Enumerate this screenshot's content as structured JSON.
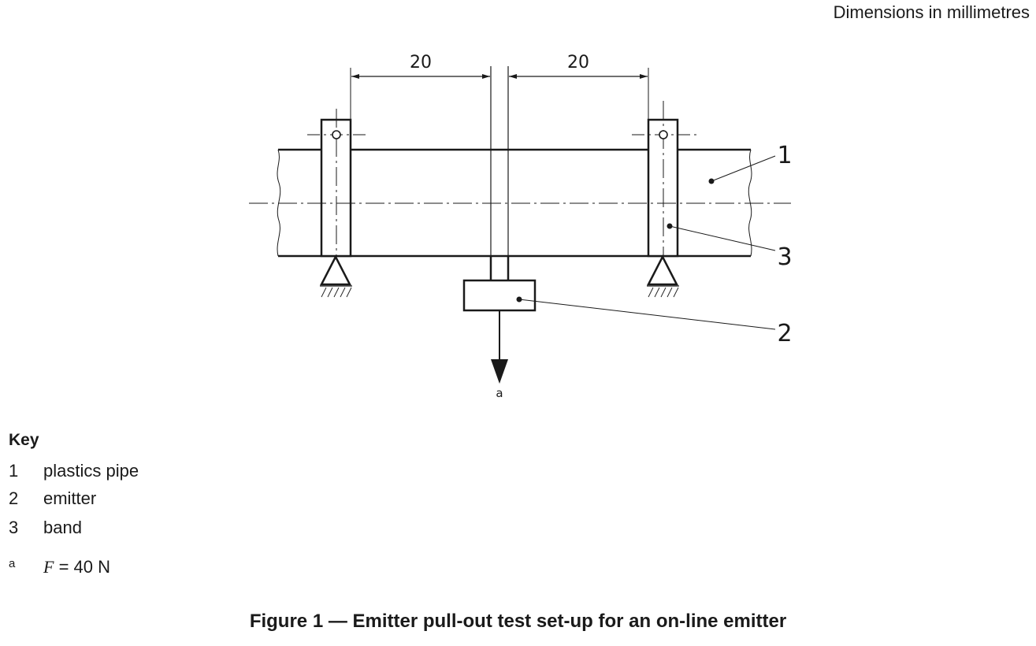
{
  "header": {
    "dimensions_note": "Dimensions in millimetres"
  },
  "diagram": {
    "dimensions": [
      "20",
      "20"
    ],
    "callouts": [
      "1",
      "2",
      "3"
    ],
    "force_mark": "a"
  },
  "key": {
    "title": "Key",
    "items": [
      {
        "num": "1",
        "label": "plastics pipe"
      },
      {
        "num": "2",
        "label": "emitter"
      },
      {
        "num": "3",
        "label": "band"
      }
    ],
    "footnote": {
      "mark": "a",
      "variable": "F",
      "text": " = 40 N"
    }
  },
  "caption": "Figure 1 — Emitter pull-out test set-up for an on-line emitter"
}
